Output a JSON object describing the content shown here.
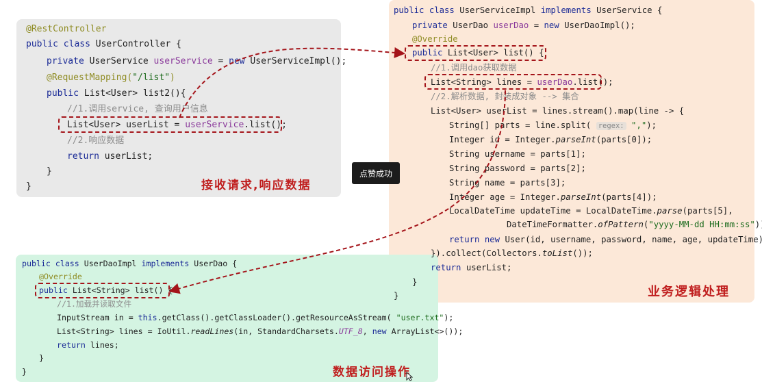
{
  "controller": {
    "lines": [
      "@RestController",
      "public class UserController {",
      "private UserService userService = new UserServiceImpl();",
      "@RequestMapping(\"/list\")",
      "public List<User> list2(){",
      "//1.调用service, 查询用户信息",
      "List<User> userList = userService.list();",
      "//2.响应数据",
      "return userList;",
      "}",
      "}"
    ],
    "label": "接收请求,响应数据"
  },
  "service": {
    "lines": [
      "public class UserServiceImpl implements UserService {",
      "private UserDao userDao = new UserDaoImpl();",
      "@Override",
      "public List<User> list() {",
      "//1.调用dao获取数据",
      "List<String> lines = userDao.list();",
      "//2.解析数据, 封装成对象 --> 集合",
      "List<User> userList = lines.stream().map(line -> {",
      "String[] parts = line.split( regex: \",\");",
      "Integer id = Integer.parseInt(parts[0]);",
      "String username = parts[1];",
      "String password = parts[2];",
      "String name = parts[3];",
      "Integer age = Integer.parseInt(parts[4]);",
      "LocalDateTime updateTime = LocalDateTime.parse(parts[5],",
      "DateTimeFormatter.ofPattern(\"yyyy-MM-dd HH:mm:ss\"));",
      "return new User(id, username, password, name, age, updateTime);",
      "}).collect(Collectors.toList());",
      "return userList;",
      "}",
      "}"
    ],
    "label": "业务逻辑处理"
  },
  "dao": {
    "lines": [
      "public class UserDaoImpl implements UserDao {",
      "@Override",
      "public List<String> list() {",
      "//1.加载并读取文件",
      "InputStream in = this.getClass().getClassLoader().getResourceAsStream( \"user.txt\");",
      "List<String> lines = IoUtil.readLines(in, StandardCharsets.UTF_8, new ArrayList<>());",
      "return lines;",
      "}",
      "}"
    ],
    "label": "数据访问操作"
  },
  "toast": "点赞成功",
  "colors": {
    "controller_bg": "#e9e9e9",
    "service_bg": "#fce8d8",
    "dao_bg": "#d4f4e2",
    "arrow": "#a4141a",
    "label": "#c01f1f"
  }
}
